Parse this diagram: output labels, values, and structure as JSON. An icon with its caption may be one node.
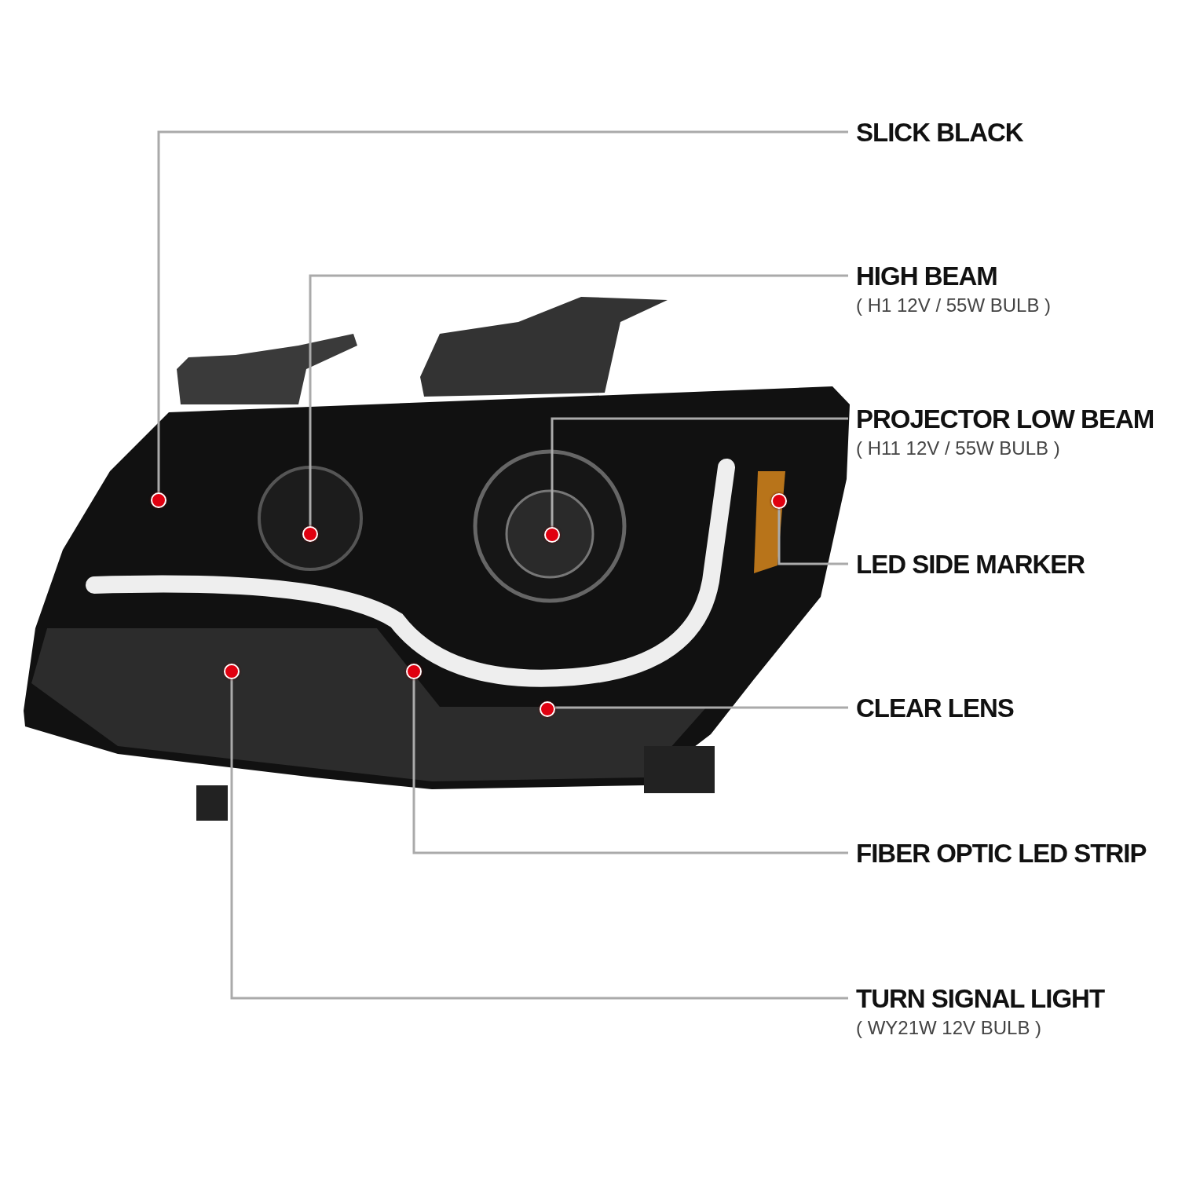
{
  "diagram": {
    "nodes": [
      {
        "text": [
          "SLICK BLACK"
        ]
      },
      {
        "text": [
          "HIGH BEAM",
          "( H1 12V / 55W BULB )"
        ]
      },
      {
        "text": [
          "PROJECTOR LOW BEAM",
          "( H11 12V / 55W BULB )"
        ]
      },
      {
        "text": [
          "LED SIDE MARKER"
        ]
      },
      {
        "text": [
          "CLEAR LENS"
        ]
      },
      {
        "text": [
          "FIBER OPTIC LED STRIP"
        ]
      },
      {
        "text": [
          "TURN SIGNAL LIGHT",
          "( WY21W 12V BULB )"
        ]
      },
      {
        "text": [],
        "shape": "circle"
      },
      {
        "text": [],
        "shape": "circle"
      },
      {
        "text": [],
        "shape": "circle"
      },
      {
        "text": [],
        "shape": "circle"
      },
      {
        "text": [],
        "shape": "circle"
      },
      {
        "text": [],
        "shape": "circle"
      },
      {
        "text": [],
        "shape": "circle"
      }
    ],
    "edges": [
      {
        "from": 0,
        "to": 7,
        "arrow": "none"
      },
      {
        "from": 1,
        "to": 9,
        "arrow": "none"
      },
      {
        "from": 2,
        "to": 12,
        "arrow": "none"
      },
      {
        "from": 3,
        "to": 13,
        "arrow": "none"
      },
      {
        "from": 4,
        "to": 11,
        "arrow": "none"
      },
      {
        "from": 5,
        "to": 10,
        "arrow": "none"
      },
      {
        "from": 6,
        "to": 8,
        "arrow": "none"
      }
    ]
  }
}
